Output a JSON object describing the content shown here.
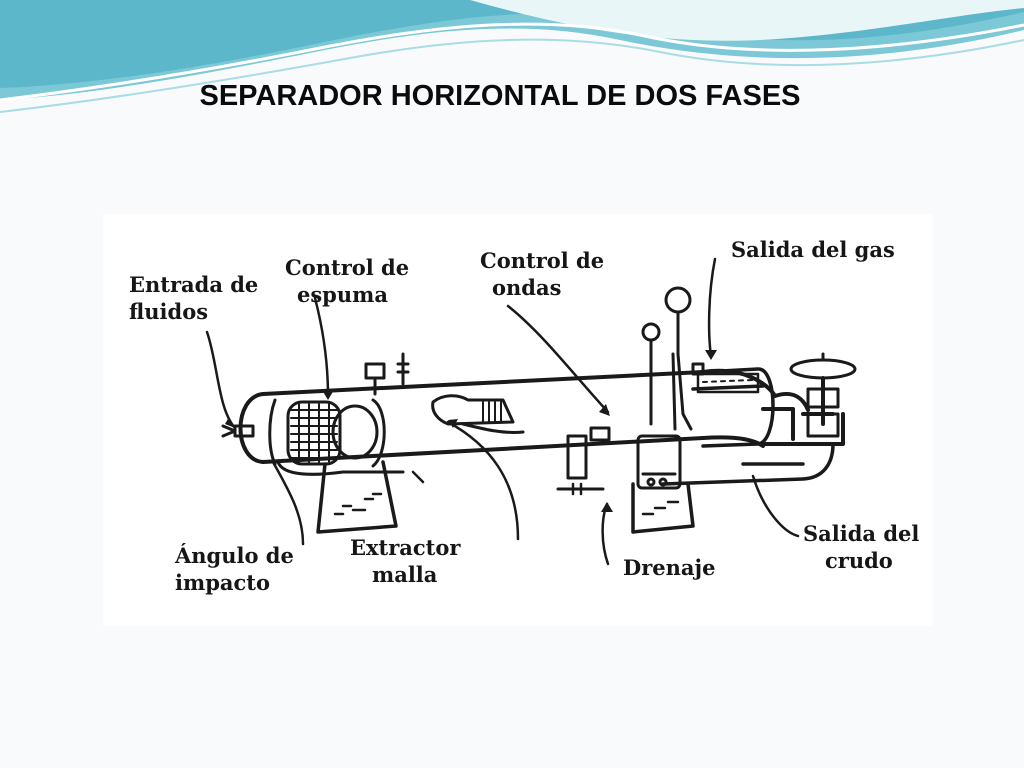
{
  "slide": {
    "title": "SEPARADOR HORIZONTAL DE DOS FASES",
    "colors": {
      "wave_dark": "#5bb7c9",
      "wave_light": "#a8dde6",
      "background": "#f9fafb",
      "title": "#0b0b0b"
    }
  },
  "diagram": {
    "labels": {
      "entrada": [
        "Entrada de",
        "fluidos"
      ],
      "control_espuma": [
        "Control de",
        "espuma"
      ],
      "control_ondas": [
        "Control de",
        "ondas"
      ],
      "salida_gas": [
        "Salida del gas"
      ],
      "angulo": [
        "Ángulo de",
        "impacto"
      ],
      "extractor": [
        "Extractor",
        "malla"
      ],
      "drenaje": [
        "Drenaje"
      ],
      "salida_crudo": [
        "Salida del",
        "crudo"
      ]
    }
  }
}
